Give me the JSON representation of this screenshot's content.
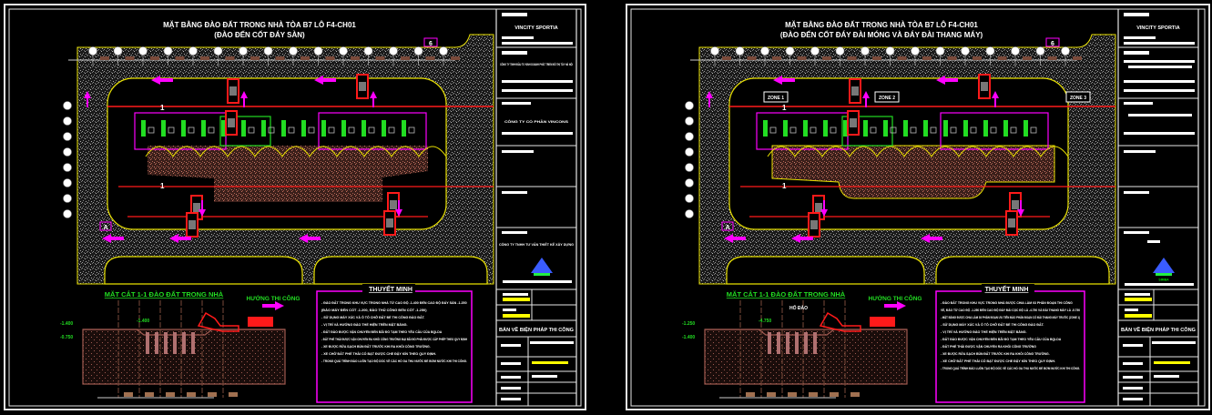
{
  "colors": {
    "background": "#000000",
    "frame": "#e6e6e6",
    "road": "#7a7a7a",
    "soil": "#8a4a40",
    "edge": "#e8e000",
    "red": "#ff1a1a",
    "magenta": "#ff00ff",
    "green": "#22dd22",
    "beam": "#7a4a3a"
  },
  "sheets": [
    {
      "title": "MẶT BẰNG ĐÀO ĐẤT TRONG NHÀ TÒA B7 LÔ F4-CH01",
      "subtitle": "(ĐÀO ĐẾN CỐT ĐÁY SÀN)",
      "grid_mark": "6",
      "side_mark": "A",
      "section_mark": "1",
      "section_title": "MẶT CẮT 1-1 ĐÀO ĐẤT TRONG NHÀ",
      "direction": "HƯỚNG THI CÔNG",
      "levels": [
        "-1.400",
        "-0.750",
        "-1.400"
      ],
      "notes_title": "THUYẾT MINH",
      "notes": [
        "- ĐÀO ĐẤT TRONG KHU VỰC TRONG NHÀ TỪ CAO ĐỘ -1.400 ĐẾN CAO ĐỘ ĐÁY SÀN -1.250",
        "  (ĐÀO MÁY ĐẾN CỐT -1.200, ĐÀO THỦ CÔNG ĐẾN CỐT -1.250)",
        "- SỬ DỤNG MÁY XÚC VÀ Ô TÔ CHỞ ĐẤT ĐỂ THI CÔNG ĐÀO ĐẤT.",
        "- VỊ TRÍ VÀ HƯỚNG ĐÀO THỂ HIỆN TRÊN MẶT BẰNG.",
        "- ĐẤT ĐÀO ĐƯỢC VẬN CHUYỂN ĐẾN BÃI ĐỔ TẠM THEO YÊU CẦU CỦA BQLDA",
        "- ĐẤT PHẾ THẢI ĐƯỢC VẬN CHUYỂN RA KHỎI CÔNG TRƯỜNG ĐẠI BÃI ĐỔ PHẢI ĐƯỢC CẤP PHÉP THEO QUY ĐỊNH",
        "- XE ĐƯỢC RỬA SẠCH BÙN ĐẤT TRƯỚC KHI RA KHỎI CÔNG TRƯỜNG.",
        "- XE CHỞ ĐẤT PHẾ THẢI CÓ BẠT ĐƯỢC CHE ĐẬY KÍN THEO QUY ĐỊNH.",
        "- TRONG QUÁ TRÌNH ĐÀO LUÔN TẠO ĐỘ DỐC VỀ CÁC HỐ GA THU NƯỚC ĐỂ BƠM NƯỚC KHI THI CÔNG."
      ],
      "titleblock": {
        "project": "VINCITY SPORTIA",
        "owner": "CÔNG TY TNHH ĐẦU TƯ KINH DOANH PHÁT TRIỂN ĐÔ THỊ TÂY HÀ NỘI",
        "contractor": "CÔNG TY CỔ PHẦN VINCONS",
        "designer": "CÔNG TY TNHH TƯ VẤN THIẾT KẾ XÂY DỰNG",
        "drawing_name": "BẢN VẼ BIỆN PHÁP THI CÔNG"
      }
    },
    {
      "title": "MẶT BẰNG ĐÀO ĐẤT TRONG NHÀ TÒA B7 LÔ F4-CH01",
      "subtitle": "(ĐÀO ĐẾN CỐT ĐÁY ĐÀI MÓNG VÀ ĐÁY ĐÀI THANG MÁY)",
      "grid_mark": "6",
      "side_mark": "A",
      "section_mark": "1",
      "section_title": "MẶT CẮT 1-1  ĐÀO ĐẤT TRONG NHÀ",
      "direction": "HƯỚNG THI CÔNG",
      "levels": [
        "-1.250",
        "-1.400",
        "-4.750"
      ],
      "zones": [
        "ZONE 1",
        "ZONE 2",
        "ZONE 3"
      ],
      "pit_label": "HỐ ĐÀO",
      "notes_title": "THUYẾT MINH",
      "notes": [
        "- ĐÀO ĐẤT TRONG KHU VỰC TRONG NHÀ ĐƯỢC CHIA LÀM 03 PHÂN ĐOẠN THI CÔNG",
        "  VỀ, ĐÀO TỪ CAO ĐỘ -1.250 ĐẾN CAO ĐỘ ĐÁY ĐÀI CỌC ĐỘ LÀ -4.750 VÀ ĐÀI THANG MÁY LÀ -5.750",
        "- MẶT BẰNG ĐƯỢC CHIA LÀM 03 PHÂN ĐOẠN ƯU TIÊN ĐÀO PHÂN ĐOẠN CÓ ĐÀI THANG MÁY TRƯỚC (ZONE 1)",
        "- SỬ DỤNG MÁY XÚC VÀ Ô TÔ CHỞ ĐẤT ĐỂ THI CÔNG ĐÀO ĐẤT.",
        "- VỊ TRÍ VÀ HƯỚNG ĐÀO THỂ HIỆN TRÊN MẶT BẰNG.",
        "- ĐẤT ĐÀO ĐƯỢC VẬN CHUYỂN ĐẾN BÃI ĐỔ TẠM THEO YÊU CẦU CỦA BQLDA",
        "- ĐẤT PHẾ THẢI ĐƯỢC VẬN CHUYỂN RA KHỎI CÔNG TRƯỜNG",
        "- XE ĐƯỢC RỬA SẠCH BÙN ĐẤT TRƯỚC KHI RA KHỎI CÔNG TRƯỜNG.",
        "- XE CHỞ ĐẤT PHẾ THẢI CÓ BẠT ĐƯỢC CHE ĐẬY KÍN THEO QUY ĐỊNH.",
        "- TRONG QUÁ TRÌNH ĐÀO LUÔN TẠO ĐỘ DỐC VỀ CÁC HỐ GA THU NƯỚC ĐỂ BƠM NƯỚC KHI THI CÔNG."
      ],
      "titleblock": {
        "project": "VINCITY SPORTIA",
        "logo": "SIMBA",
        "drawing_name": "BẢN VẼ BIỆN PHÁP THI CÔNG"
      }
    }
  ]
}
